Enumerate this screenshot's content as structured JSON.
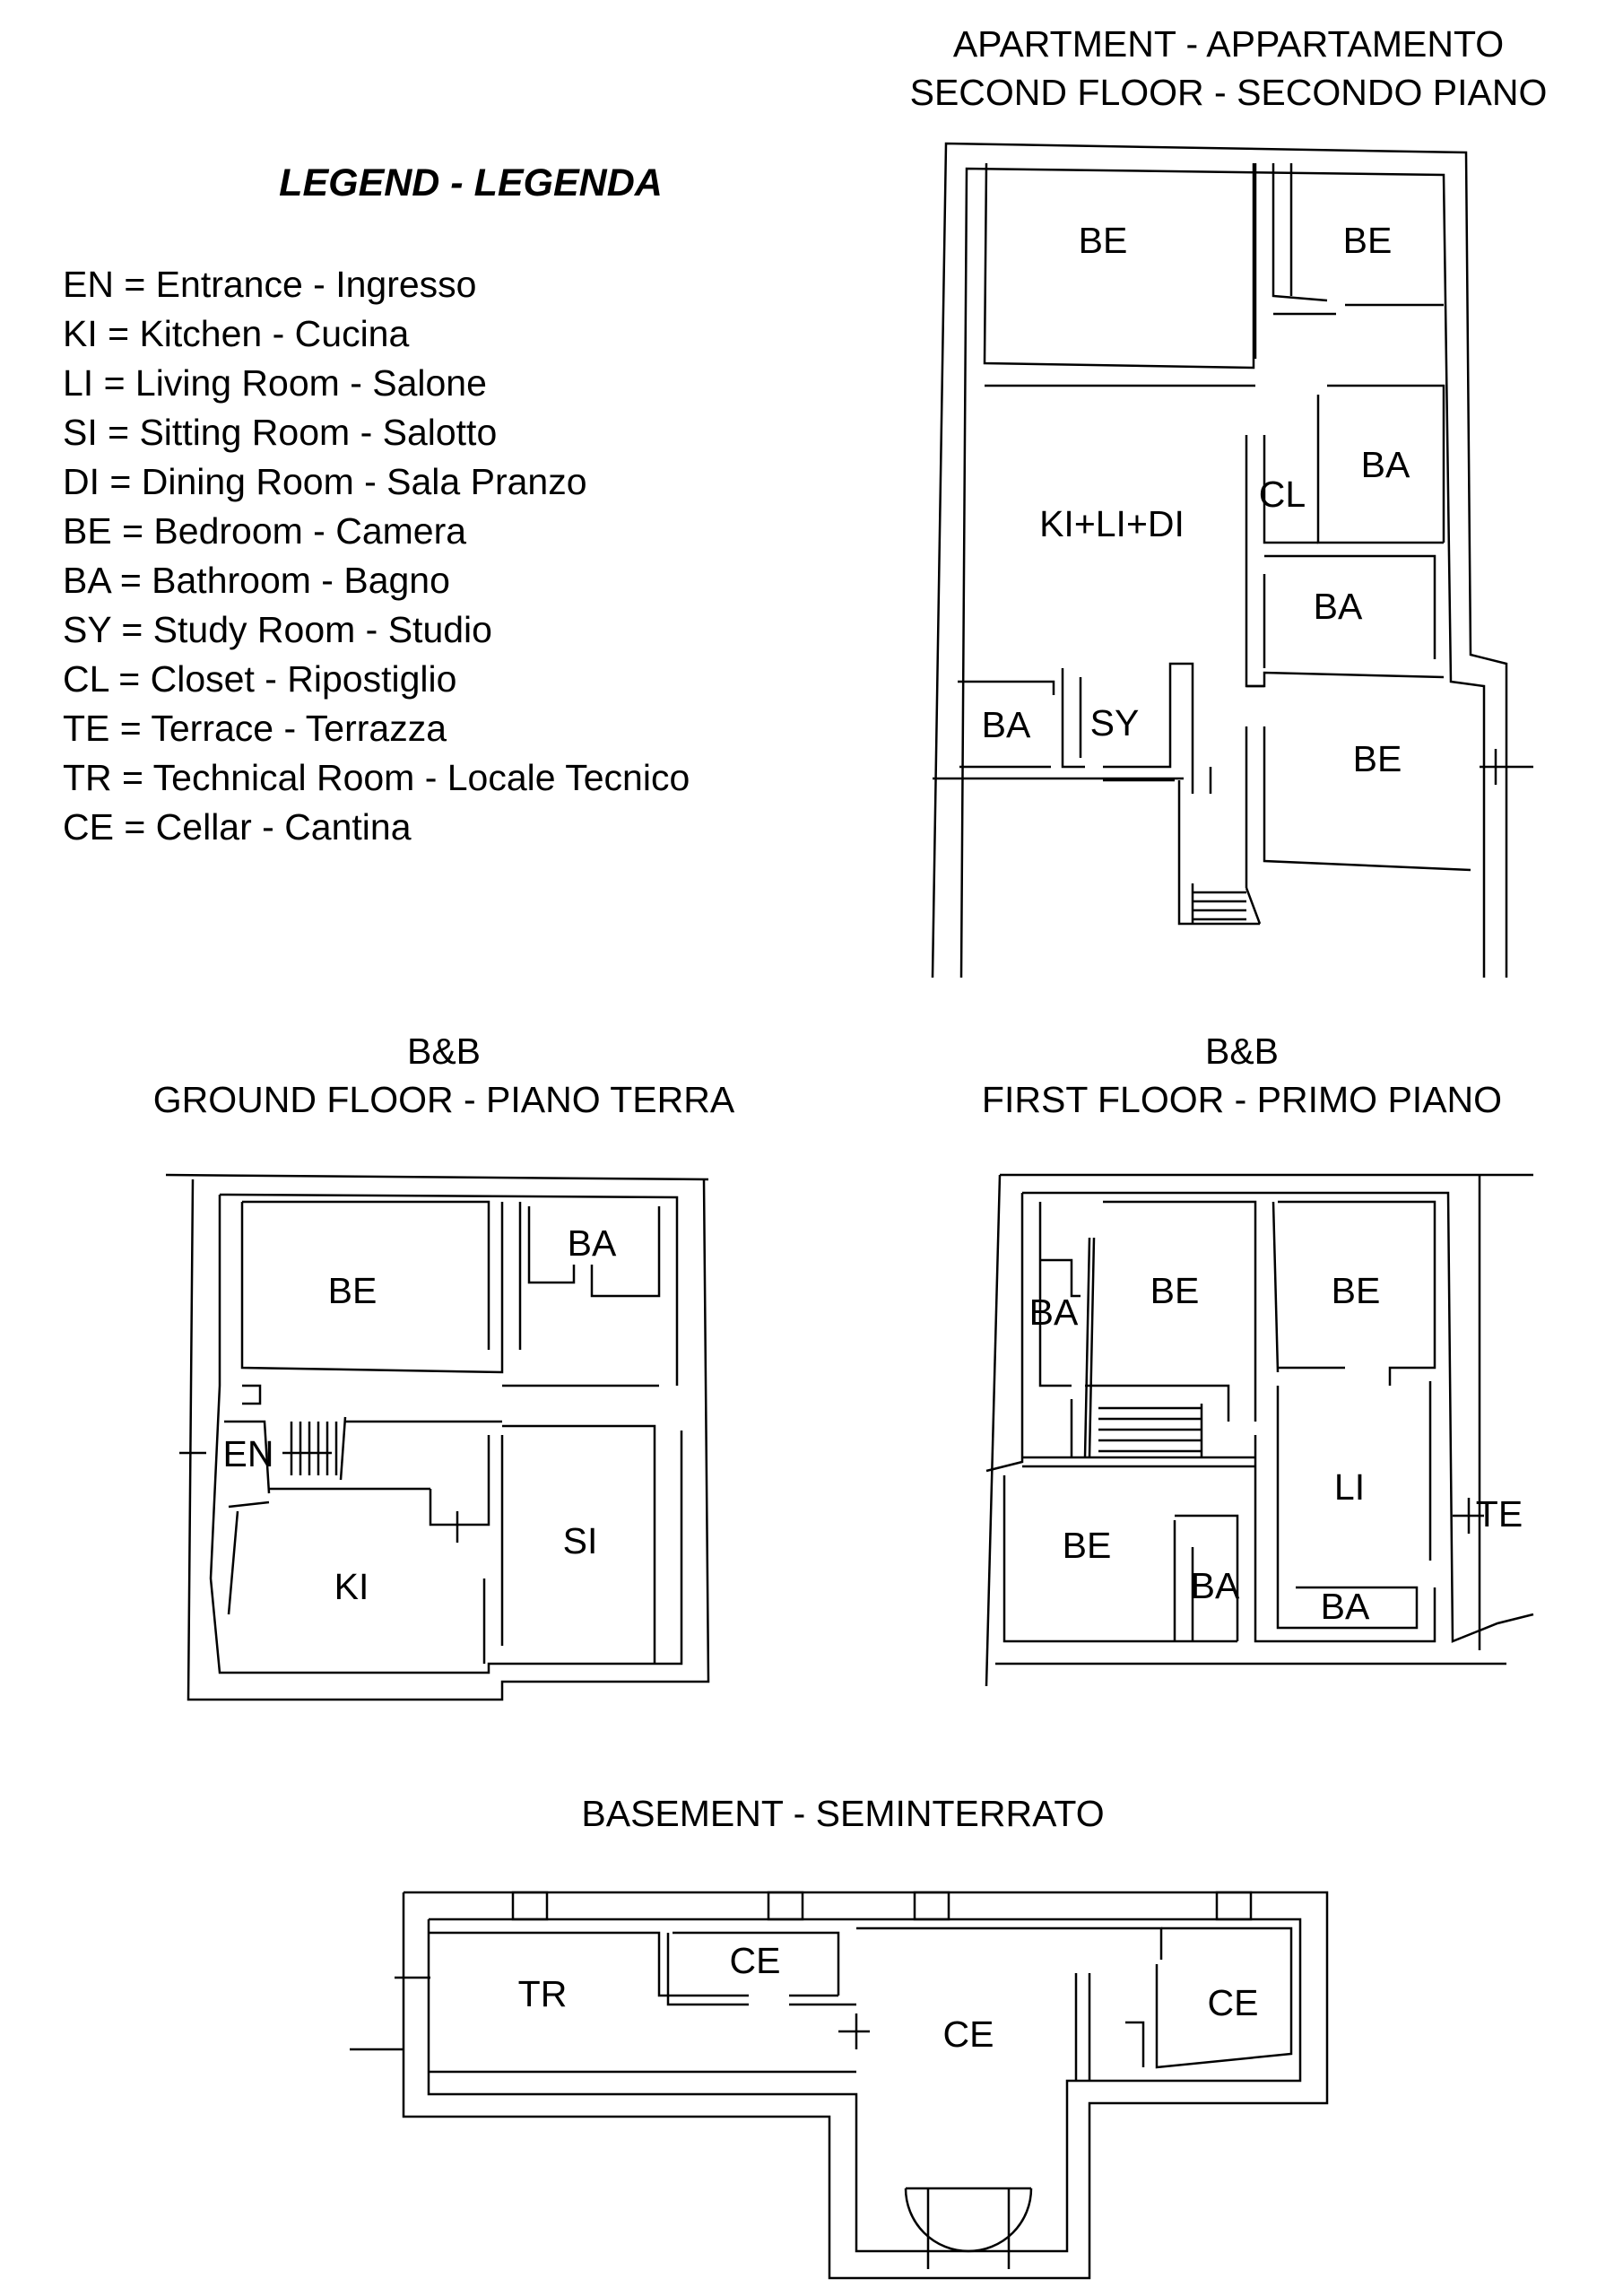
{
  "legend": {
    "title": "LEGEND - LEGENDA",
    "items": [
      "EN = Entrance - Ingresso",
      "KI = Kitchen - Cucina",
      "LI = Living Room - Salone",
      "SI = Sitting Room - Salotto",
      "DI = Dining Room - Sala Pranzo",
      "BE = Bedroom - Camera",
      "BA = Bathroom - Bagno",
      "SY = Study Room - Studio",
      "CL = Closet - Ripostiglio",
      "TE = Terrace - Terrazza",
      "TR = Technical Room - Locale Tecnico",
      "CE = Cellar - Cantina"
    ]
  },
  "plans": {
    "second_floor": {
      "title_line1": "APARTMENT - APPARTAMENTO",
      "title_line2": "SECOND FLOOR - SECONDO PIANO",
      "rooms": [
        "BE",
        "BE",
        "BA",
        "CL",
        "KI+LI+DI",
        "BA",
        "BA",
        "SY",
        "BE"
      ]
    },
    "ground_floor": {
      "title_line1": "B&B",
      "title_line2": "GROUND FLOOR - PIANO TERRA",
      "rooms": [
        "BE",
        "BA",
        "EN",
        "SI",
        "KI"
      ]
    },
    "first_floor": {
      "title_line1": "B&B",
      "title_line2": "FIRST FLOOR - PRIMO PIANO",
      "rooms": [
        "BA",
        "BE",
        "BE",
        "LI",
        "TE",
        "BE",
        "BA",
        "BA"
      ]
    },
    "basement": {
      "title": "BASEMENT - SEMINTERRATO",
      "rooms": [
        "TR",
        "CE",
        "CE",
        "CE"
      ]
    }
  }
}
